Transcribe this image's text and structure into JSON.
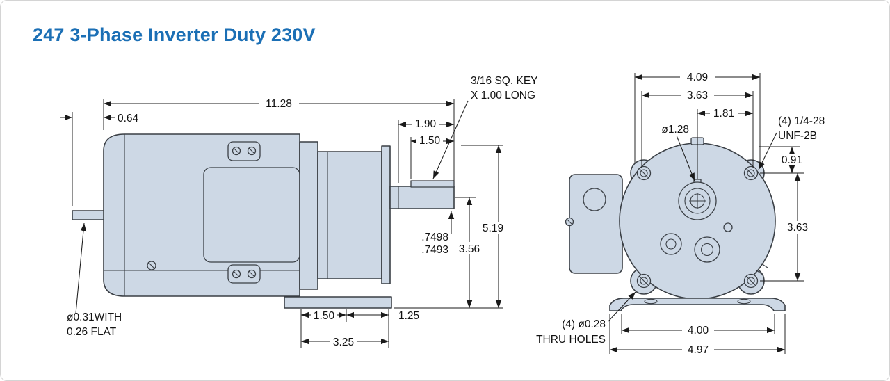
{
  "title": "247 3-Phase Inverter Duty 230V",
  "colors": {
    "accent": "#1b6fb5",
    "body_fill": "#cdd8e5",
    "line": "#3a3f45",
    "dim": "#1a1a1a"
  },
  "side_view": {
    "dims": {
      "overall_length": "11.28",
      "rear_shaft_ext": "0.64",
      "shaft_ext_total": "1.90",
      "shaft_ext": "1.50",
      "key_callout_line1": "3/16 SQ. KEY",
      "key_callout_line2": "X 1.00 LONG",
      "height": "5.19",
      "shaft_dia_max": ".7498",
      "shaft_dia_min": ".7493",
      "shaft_center_height": "3.56",
      "rear_shaft_callout_line1": "ø0.31WITH",
      "rear_shaft_callout_line2": "0.26 FLAT",
      "base_dim_a": "1.50",
      "base_dim_b": "1.25",
      "base_length": "3.25"
    }
  },
  "end_view": {
    "dims": {
      "width_overall": "4.09",
      "bolt_circle_width": "3.63",
      "half_width": "1.81",
      "pilot_dia": "ø1.28",
      "tap_callout_line1": "(4) 1/4-28",
      "tap_callout_line2": "UNF-2B",
      "hole_offset": "0.91",
      "bolt_circle_height": "3.63",
      "thru_callout_line1": "(4) ø0.28",
      "thru_callout_line2": "THRU HOLES",
      "foot_hole_span": "4.00",
      "base_width": "4.97"
    }
  }
}
